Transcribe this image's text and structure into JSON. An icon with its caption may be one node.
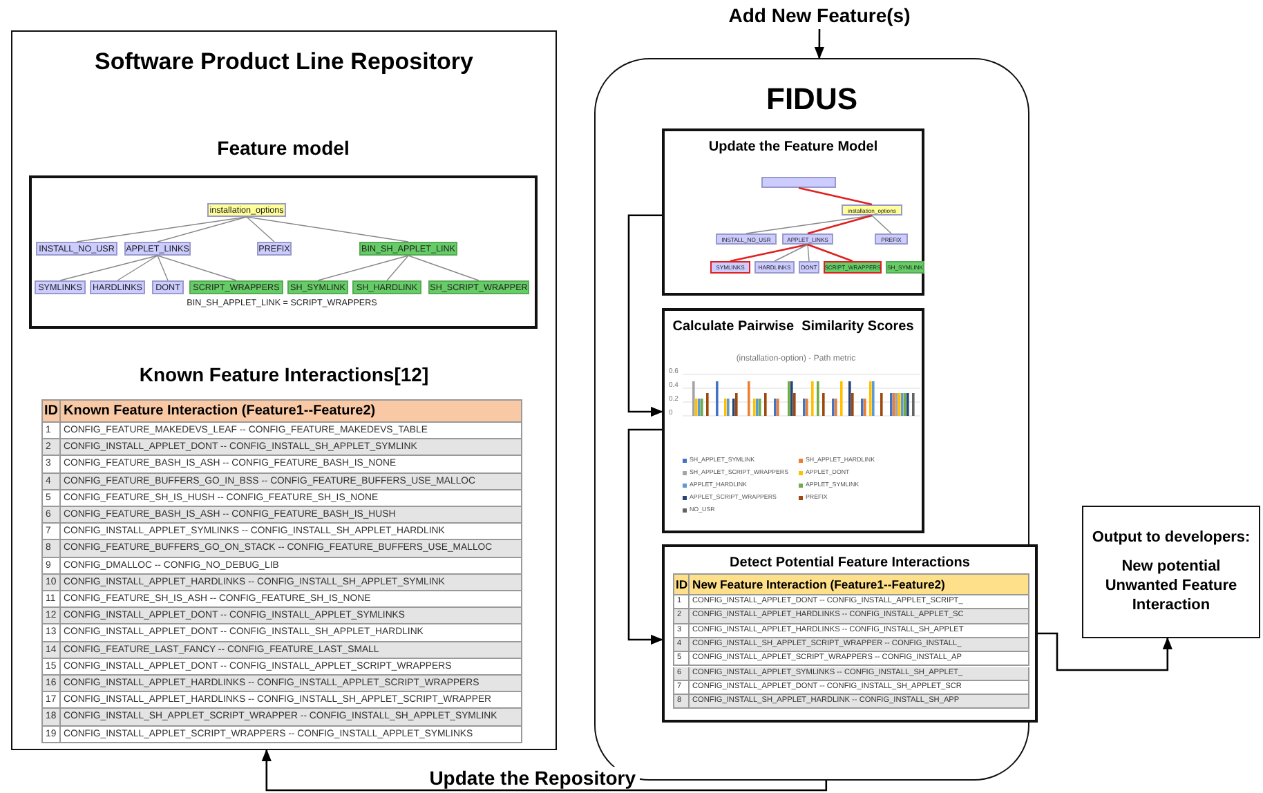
{
  "diagram": {
    "nodes": [
      {
        "text": [
          "Software Product Line Repository"
        ]
      },
      {
        "text": [
          "Feature model"
        ],
        "in": 0
      },
      {
        "text": [
          "installation_options"
        ],
        "in": 1
      },
      {
        "text": [
          "INSTALL_NO_USR"
        ],
        "in": 1
      },
      {
        "text": [
          "APPLET_LINKS"
        ],
        "in": 1
      },
      {
        "text": [
          "PREFIX"
        ],
        "in": 1
      },
      {
        "text": [
          "BIN_SH_APPLET_LINK"
        ],
        "in": 1
      },
      {
        "text": [
          "SYMLINKS"
        ],
        "in": 1
      },
      {
        "text": [
          "HARDLINKS"
        ],
        "in": 1
      },
      {
        "text": [
          "DONT"
        ],
        "in": 1
      },
      {
        "text": [
          "SCRIPT_WRAPPERS"
        ],
        "in": 1
      },
      {
        "text": [
          "SH_SYMLINK"
        ],
        "in": 1
      },
      {
        "text": [
          "SH_HARDLINK"
        ],
        "in": 1
      },
      {
        "text": [
          "SH_SCRIPT_WRAPPER"
        ],
        "in": 1
      },
      {
        "text": [
          "FIDUS"
        ]
      },
      {
        "text": [
          "Add New Feature(s)"
        ]
      },
      {
        "text": [
          "Update the Feature Model"
        ],
        "in": 14
      },
      {
        "text": [],
        "shape": "box",
        "in": 16
      },
      {
        "text": [
          "installation_options"
        ],
        "in": 16
      },
      {
        "text": [
          "INSTALL_NO_USR"
        ],
        "in": 16
      },
      {
        "text": [
          "APPLET_LINKS"
        ],
        "in": 16
      },
      {
        "text": [
          "PREFIX"
        ],
        "in": 16
      },
      {
        "text": [
          "SYMLINKS"
        ],
        "in": 16
      },
      {
        "text": [
          "HARDLINKS"
        ],
        "in": 16
      },
      {
        "text": [
          "DONT"
        ],
        "in": 16
      },
      {
        "text": [
          "SCRIPT_WRAPPERS"
        ],
        "in": 16
      },
      {
        "text": [
          "SH_SYMLINK"
        ],
        "in": 16
      },
      {
        "text": [
          "Calculate Pairwise  Similarity Scores"
        ],
        "in": 14
      },
      {
        "text": [
          "Detect Potential Feature Interactions"
        ],
        "in": 14
      },
      {
        "text": [
          "Output to developers:",
          "New potential Unwanted Feature Interaction"
        ]
      }
    ],
    "edges": [
      {
        "from": 2,
        "to": 3,
        "arrow": "none"
      },
      {
        "from": 2,
        "to": 4,
        "arrow": "none"
      },
      {
        "from": 2,
        "to": 5,
        "arrow": "none"
      },
      {
        "from": 2,
        "to": 6,
        "arrow": "none"
      },
      {
        "from": 4,
        "to": 7,
        "arrow": "none"
      },
      {
        "from": 4,
        "to": 8,
        "arrow": "none"
      },
      {
        "from": 4,
        "to": 9,
        "arrow": "none"
      },
      {
        "from": 4,
        "to": 10,
        "arrow": "none"
      },
      {
        "from": 6,
        "to": 11,
        "arrow": "none"
      },
      {
        "from": 6,
        "to": 12,
        "arrow": "none"
      },
      {
        "from": 6,
        "to": 13,
        "arrow": "none"
      },
      {
        "from": 17,
        "to": 18,
        "arrow": "none",
        "color": "#e02020"
      },
      {
        "from": 18,
        "to": 19,
        "arrow": "none"
      },
      {
        "from": 18,
        "to": 20,
        "arrow": "none",
        "color": "#e02020"
      },
      {
        "from": 18,
        "to": 21,
        "arrow": "none"
      },
      {
        "from": 20,
        "to": 22,
        "arrow": "none",
        "color": "#e02020"
      },
      {
        "from": 20,
        "to": 23,
        "arrow": "none"
      },
      {
        "from": 20,
        "to": 24,
        "arrow": "none"
      },
      {
        "from": 20,
        "to": 25,
        "arrow": "none",
        "color": "#e02020"
      },
      {
        "from": 15,
        "to": 14,
        "arrow": "to",
        "color": "#000000"
      },
      {
        "from": 16,
        "to": 27,
        "arrow": "to",
        "color": "#000000"
      },
      {
        "from": 27,
        "to": 28,
        "arrow": "to",
        "color": "#000000"
      },
      {
        "from": 28,
        "to": 29,
        "arrow": "to",
        "color": "#000000"
      },
      {
        "from": 14,
        "to": 0,
        "arrow": "to",
        "label": "Update the Repository",
        "color": "#000000"
      }
    ],
    "labels": [
      "BIN_SH_APPLET_LINK = SCRIPT_WRAPPERS",
      "Known Feature Interactions[12]",
      "ID",
      "Known Feature Interaction (Feature1--Feature2)",
      "1",
      "CONFIG_FEATURE_MAKEDEVS_LEAF -- CONFIG_FEATURE_MAKEDEVS_TABLE",
      "2",
      "CONFIG_INSTALL_APPLET_DONT -- CONFIG_INSTALL_SH_APPLET_SYMLINK",
      "3",
      "CONFIG_FEATURE_BASH_IS_ASH -- CONFIG_FEATURE_BASH_IS_NONE",
      "4",
      "CONFIG_FEATURE_BUFFERS_GO_IN_BSS -- CONFIG_FEATURE_BUFFERS_USE_MALLOC",
      "5",
      "CONFIG_FEATURE_SH_IS_HUSH -- CONFIG_FEATURE_SH_IS_NONE",
      "6",
      "CONFIG_FEATURE_BASH_IS_ASH -- CONFIG_FEATURE_BASH_IS_HUSH",
      "7",
      "CONFIG_INSTALL_APPLET_SYMLINKS -- CONFIG_INSTALL_SH_APPLET_HARDLINK",
      "8",
      "CONFIG_FEATURE_BUFFERS_GO_ON_STACK -- CONFIG_FEATURE_BUFFERS_USE_MALLOC",
      "9",
      "CONFIG_DMALLOC -- CONFIG_NO_DEBUG_LIB",
      "10",
      "CONFIG_INSTALL_APPLET_HARDLINKS -- CONFIG_INSTALL_SH_APPLET_SYMLINK",
      "11",
      "CONFIG_FEATURE_SH_IS_ASH -- CONFIG_FEATURE_SH_IS_NONE",
      "12",
      "CONFIG_INSTALL_APPLET_DONT -- CONFIG_INSTALL_APPLET_SYMLINKS",
      "13",
      "CONFIG_INSTALL_APPLET_DONT -- CONFIG_INSTALL_SH_APPLET_HARDLINK",
      "14",
      "CONFIG_FEATURE_LAST_FANCY -- CONFIG_FEATURE_LAST_SMALL",
      "15",
      "CONFIG_INSTALL_APPLET_DONT -- CONFIG_INSTALL_APPLET_SCRIPT_WRAPPERS",
      "16",
      "CONFIG_INSTALL_APPLET_HARDLINKS -- CONFIG_INSTALL_APPLET_SCRIPT_WRAPPERS",
      "17",
      "CONFIG_INSTALL_APPLET_HARDLINKS -- CONFIG_INSTALL_SH_APPLET_SCRIPT_WRAPPER",
      "18",
      "CONFIG_INSTALL_SH_APPLET_SCRIPT_WRAPPER -- CONFIG_INSTALL_SH_APPLET_SYMLINK",
      "19",
      "CONFIG_INSTALL_APPLET_SCRIPT_WRAPPERS -- CONFIG_INSTALL_APPLET_SYMLINKS",
      "(installation-option) - Path metric",
      "0.6",
      "0.4",
      "0.2",
      "0",
      "ID",
      "New Feature Interaction (Feature1--Feature2)",
      "1",
      "CONFIG_INSTALL_APPLET_DONT -- CONFIG_INSTALL_APPLET_SCRIPT_",
      "2",
      "CONFIG_INSTALL_APPLET_HARDLINKS -- CONFIG_INSTALL_APPLET_SC",
      "3",
      "CONFIG_INSTALL_APPLET_HARDLINKS -- CONFIG_INSTALL_SH_APPLET",
      "4",
      "CONFIG_INSTALL_SH_APPLET_SCRIPT_WRAPPER -- CONFIG_INSTALL_",
      "5",
      "CONFIG_INSTALL_APPLET_SCRIPT_WRAPPERS -- CONFIG_INSTALL_AP",
      "6",
      "CONFIG_INSTALL_APPLET_SYMLINKS -- CONFIG_INSTALL_SH_APPLET_",
      "7",
      "CONFIG_INSTALL_APPLET_DONT -- CONFIG_INSTALL_SH_APPLET_SCR",
      "8",
      "CONFIG_INSTALL_SH_APPLET_HARDLINK -- CONFIG_INSTALL_SH_APP"
    ],
    "legend": [
      {
        "text": "SH_APPLET_SYMLINK",
        "color": "#4472c4"
      },
      {
        "text": "SH_APPLET_HARDLINK",
        "color": "#ed7d31"
      },
      {
        "text": "SH_APPLET_SCRIPT_WRAPPERS",
        "color": "#a5a5a5"
      },
      {
        "text": "APPLET_DONT",
        "color": "#ffc000"
      },
      {
        "text": "APPLET_HARDLINK",
        "color": "#5b9bd5"
      },
      {
        "text": "APPLET_SYMLINK",
        "color": "#70ad47"
      },
      {
        "text": "APPLET_SCRIPT_WRAPPERS",
        "color": "#264478"
      },
      {
        "text": "PREFIX",
        "color": "#9e480e"
      },
      {
        "text": "NO_USR",
        "color": "#636363"
      }
    ]
  }
}
